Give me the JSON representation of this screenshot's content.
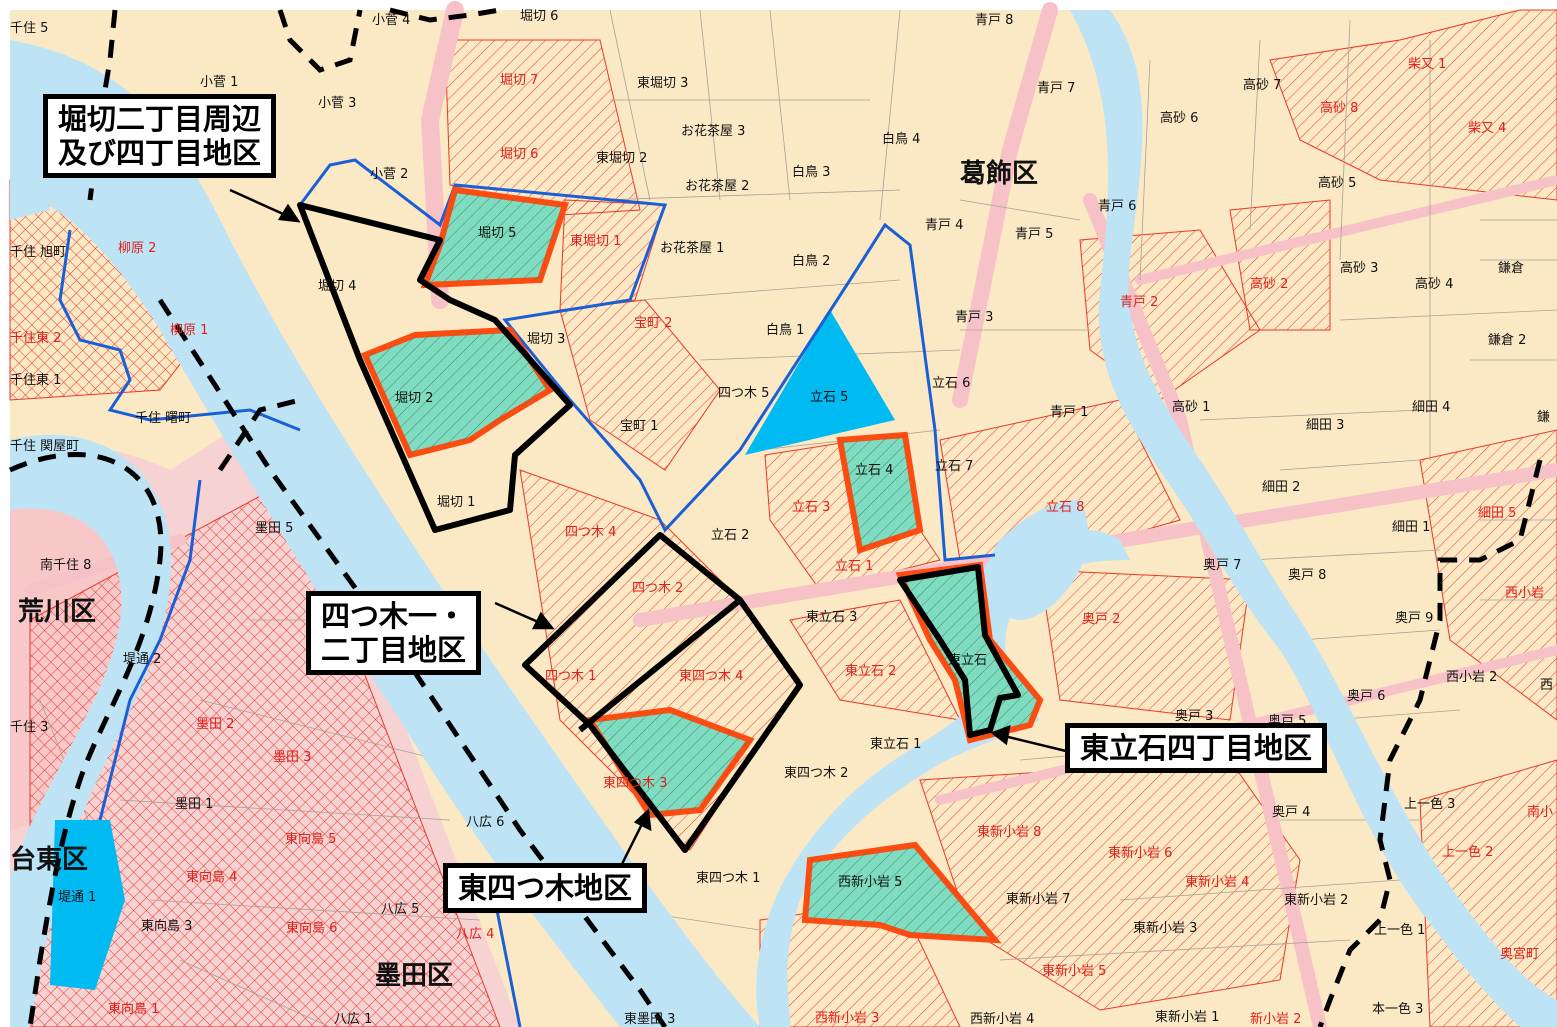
{
  "colors": {
    "land": "#fbe8c4",
    "river": "#bde3f5",
    "hatch_zone_fill": "#fbd6d0",
    "hatch_line": "#e8382b",
    "district_highlight": "#7fdcc0",
    "plaza": "#00baf2",
    "road": "#f6c2c8",
    "orange_outline": "#ff4a10",
    "blue_boundary": "#1a5fd6",
    "black_outline": "#000000"
  },
  "wards": [
    {
      "id": "katsushika",
      "name": "葛飾区"
    },
    {
      "id": "arakawa",
      "name": "荒川区"
    },
    {
      "id": "taito",
      "name": "台東区"
    },
    {
      "id": "sumida",
      "name": "墨田区"
    }
  ],
  "callouts": [
    {
      "id": "horikiri",
      "text": "堀切二丁目周辺\n及び四丁目地区"
    },
    {
      "id": "yotsugi",
      "text": "四つ木一・\n二丁目地区"
    },
    {
      "id": "higashiyotsugi",
      "text": "東四つ木地区"
    },
    {
      "id": "higashitateishi",
      "text": "東立石四丁目地区"
    }
  ],
  "labels": [
    {
      "id": "l01",
      "text": "小菅 4",
      "color": "black"
    },
    {
      "id": "l02",
      "text": "堀切 6",
      "color": "black"
    },
    {
      "id": "l03",
      "text": "青戸 8",
      "color": "black"
    },
    {
      "id": "l04",
      "text": "小菅 1",
      "color": "black"
    },
    {
      "id": "l05",
      "text": "小菅 3",
      "color": "black"
    },
    {
      "id": "l06",
      "text": "小菅 2",
      "color": "black"
    },
    {
      "id": "l07",
      "text": "堀切 7",
      "color": "red"
    },
    {
      "id": "l08",
      "text": "東堀切 3",
      "color": "black"
    },
    {
      "id": "l09",
      "text": "青戸 7",
      "color": "black"
    },
    {
      "id": "l10",
      "text": "高砂 7",
      "color": "black"
    },
    {
      "id": "l11",
      "text": "柴又 1",
      "color": "red"
    },
    {
      "id": "l12",
      "text": "高砂 8",
      "color": "red"
    },
    {
      "id": "l13",
      "text": "高砂 6",
      "color": "black"
    },
    {
      "id": "l14",
      "text": "柴又 4",
      "color": "red"
    },
    {
      "id": "l15",
      "text": "お花茶屋 3",
      "color": "black"
    },
    {
      "id": "l16",
      "text": "白鳥 4",
      "color": "black"
    },
    {
      "id": "l17",
      "text": "堀切 6",
      "color": "red"
    },
    {
      "id": "l18",
      "text": "東堀切 2",
      "color": "black"
    },
    {
      "id": "l19",
      "text": "白鳥 3",
      "color": "black"
    },
    {
      "id": "l20",
      "text": "お花茶屋 2",
      "color": "black"
    },
    {
      "id": "l21",
      "text": "高砂 5",
      "color": "black"
    },
    {
      "id": "l22",
      "text": "青戸 6",
      "color": "black"
    },
    {
      "id": "l23",
      "text": "堀切 5",
      "color": "black"
    },
    {
      "id": "l24",
      "text": "東堀切 1",
      "color": "red"
    },
    {
      "id": "l25",
      "text": "お花茶屋 1",
      "color": "black"
    },
    {
      "id": "l26",
      "text": "青戸 4",
      "color": "black"
    },
    {
      "id": "l27",
      "text": "青戸 5",
      "color": "black"
    },
    {
      "id": "l28",
      "text": "白鳥 2",
      "color": "black"
    },
    {
      "id": "l29",
      "text": "高砂 3",
      "color": "black"
    },
    {
      "id": "l30",
      "text": "鎌倉",
      "color": "black"
    },
    {
      "id": "l31",
      "text": "柳原 2",
      "color": "red"
    },
    {
      "id": "l32",
      "text": "千住 旭町",
      "color": "black"
    },
    {
      "id": "l33",
      "text": "堀切 4",
      "color": "black"
    },
    {
      "id": "l34",
      "text": "高砂 2",
      "color": "red"
    },
    {
      "id": "l35",
      "text": "高砂 4",
      "color": "black"
    },
    {
      "id": "l36",
      "text": "青戸 2",
      "color": "red"
    },
    {
      "id": "l37",
      "text": "宝町 2",
      "color": "red"
    },
    {
      "id": "l38",
      "text": "青戸 3",
      "color": "black"
    },
    {
      "id": "l39",
      "text": "柳原 1",
      "color": "red"
    },
    {
      "id": "l40",
      "text": "千住東 2",
      "color": "red"
    },
    {
      "id": "l41",
      "text": "白鳥 1",
      "color": "black"
    },
    {
      "id": "l42",
      "text": "堀切 3",
      "color": "black"
    },
    {
      "id": "l43",
      "text": "鎌倉 2",
      "color": "black"
    },
    {
      "id": "l44",
      "text": "千住東 1",
      "color": "black"
    },
    {
      "id": "l45",
      "text": "立石 6",
      "color": "black"
    },
    {
      "id": "l46",
      "text": "堀切 2",
      "color": "black"
    },
    {
      "id": "l47",
      "text": "四つ木 5",
      "color": "black"
    },
    {
      "id": "l48",
      "text": "立石 5",
      "color": "black"
    },
    {
      "id": "l49",
      "text": "青戸 1",
      "color": "black"
    },
    {
      "id": "l50",
      "text": "高砂 1",
      "color": "black"
    },
    {
      "id": "l51",
      "text": "細田 4",
      "color": "black"
    },
    {
      "id": "l52",
      "text": "千住 曙町",
      "color": "black"
    },
    {
      "id": "l53",
      "text": "宝町 1",
      "color": "black"
    },
    {
      "id": "l54",
      "text": "細田 3",
      "color": "black"
    },
    {
      "id": "l55",
      "text": "千住 関屋町",
      "color": "black"
    },
    {
      "id": "l56",
      "text": "立石 4",
      "color": "black"
    },
    {
      "id": "l57",
      "text": "立石 7",
      "color": "black"
    },
    {
      "id": "l58",
      "text": "細田 2",
      "color": "black"
    },
    {
      "id": "l59",
      "text": "堀切 1",
      "color": "black"
    },
    {
      "id": "l60",
      "text": "立石 3",
      "color": "red"
    },
    {
      "id": "l61",
      "text": "立石 8",
      "color": "red"
    },
    {
      "id": "l62",
      "text": "墨田 5",
      "color": "black"
    },
    {
      "id": "l63",
      "text": "四つ木 4",
      "color": "red"
    },
    {
      "id": "l64",
      "text": "立石 2",
      "color": "black"
    },
    {
      "id": "l65",
      "text": "細田 1",
      "color": "black"
    },
    {
      "id": "l66",
      "text": "細田 5",
      "color": "red"
    },
    {
      "id": "l67",
      "text": "南千住 8",
      "color": "black"
    },
    {
      "id": "l68",
      "text": "立石 1",
      "color": "red"
    },
    {
      "id": "l69",
      "text": "奥戸 7",
      "color": "black"
    },
    {
      "id": "l70",
      "text": "奥戸 8",
      "color": "black"
    },
    {
      "id": "l71",
      "text": "西小岩",
      "color": "red"
    },
    {
      "id": "l72",
      "text": "四つ木 2",
      "color": "red"
    },
    {
      "id": "l73",
      "text": "東立石 3",
      "color": "black"
    },
    {
      "id": "l74",
      "text": "奥戸 2",
      "color": "red"
    },
    {
      "id": "l75",
      "text": "奥戸 9",
      "color": "black"
    },
    {
      "id": "l76",
      "text": "堤通 2",
      "color": "black"
    },
    {
      "id": "l77",
      "text": "四つ木 1",
      "color": "red"
    },
    {
      "id": "l78",
      "text": "東四つ木 4",
      "color": "red"
    },
    {
      "id": "l79",
      "text": "東立石 2",
      "color": "red"
    },
    {
      "id": "l80",
      "text": "東立石",
      "color": "black"
    },
    {
      "id": "l81",
      "text": "西小岩 2",
      "color": "black"
    },
    {
      "id": "l82",
      "text": "奥戸 6",
      "color": "black"
    },
    {
      "id": "l83",
      "text": "千住 3",
      "color": "black"
    },
    {
      "id": "l84",
      "text": "墨田 2",
      "color": "red"
    },
    {
      "id": "l85",
      "text": "奥戸 3",
      "color": "black"
    },
    {
      "id": "l86",
      "text": "奥戸 5",
      "color": "black"
    },
    {
      "id": "l87",
      "text": "東立石 1",
      "color": "black"
    },
    {
      "id": "l88",
      "text": "墨田 3",
      "color": "red"
    },
    {
      "id": "l89",
      "text": "東四つ木 2",
      "color": "black"
    },
    {
      "id": "l90",
      "text": "墨田 1",
      "color": "black"
    },
    {
      "id": "l91",
      "text": "東四つ木 3",
      "color": "red"
    },
    {
      "id": "l92",
      "text": "奥戸 4",
      "color": "black"
    },
    {
      "id": "l93",
      "text": "上一色 3",
      "color": "black"
    },
    {
      "id": "l94",
      "text": "東向島 5",
      "color": "red"
    },
    {
      "id": "l95",
      "text": "八広 6",
      "color": "black"
    },
    {
      "id": "l96",
      "text": "東新小岩 8",
      "color": "red"
    },
    {
      "id": "l97",
      "text": "東新小岩 6",
      "color": "red"
    },
    {
      "id": "l98",
      "text": "上一色 2",
      "color": "red"
    },
    {
      "id": "l99",
      "text": "東向島 4",
      "color": "red"
    },
    {
      "id": "l100",
      "text": "東四つ木 1",
      "color": "black"
    },
    {
      "id": "l101",
      "text": "西新小岩 5",
      "color": "black"
    },
    {
      "id": "l102",
      "text": "東新小岩 4",
      "color": "red"
    },
    {
      "id": "l103",
      "text": "堤通 1",
      "color": "black"
    },
    {
      "id": "l104",
      "text": "八広 5",
      "color": "black"
    },
    {
      "id": "l105",
      "text": "東新小岩 7",
      "color": "black"
    },
    {
      "id": "l106",
      "text": "東新小岩 2",
      "color": "black"
    },
    {
      "id": "l107",
      "text": "東向島 3",
      "color": "black"
    },
    {
      "id": "l108",
      "text": "東向島 6",
      "color": "red"
    },
    {
      "id": "l109",
      "text": "八広 4",
      "color": "red"
    },
    {
      "id": "l110",
      "text": "東新小岩 3",
      "color": "black"
    },
    {
      "id": "l111",
      "text": "上一色 1",
      "color": "black"
    },
    {
      "id": "l112",
      "text": "奥宮町",
      "color": "red"
    },
    {
      "id": "l113",
      "text": "東新小岩 5",
      "color": "red"
    },
    {
      "id": "l114",
      "text": "東向島 1",
      "color": "red"
    },
    {
      "id": "l115",
      "text": "八広 1",
      "color": "black"
    },
    {
      "id": "l116",
      "text": "東墨田 3",
      "color": "black"
    },
    {
      "id": "l117",
      "text": "西新小岩 3",
      "color": "red"
    },
    {
      "id": "l118",
      "text": "西新小岩 4",
      "color": "black"
    },
    {
      "id": "l119",
      "text": "東新小岩 1",
      "color": "black"
    },
    {
      "id": "l120",
      "text": "新小岩 2",
      "color": "red"
    },
    {
      "id": "l121",
      "text": "本一色 3",
      "color": "black"
    },
    {
      "id": "l122",
      "text": "千住 5",
      "color": "black"
    },
    {
      "id": "l123",
      "text": "鎌",
      "color": "black"
    },
    {
      "id": "l124",
      "text": "西",
      "color": "black"
    },
    {
      "id": "l125",
      "text": "南小",
      "color": "red"
    }
  ]
}
